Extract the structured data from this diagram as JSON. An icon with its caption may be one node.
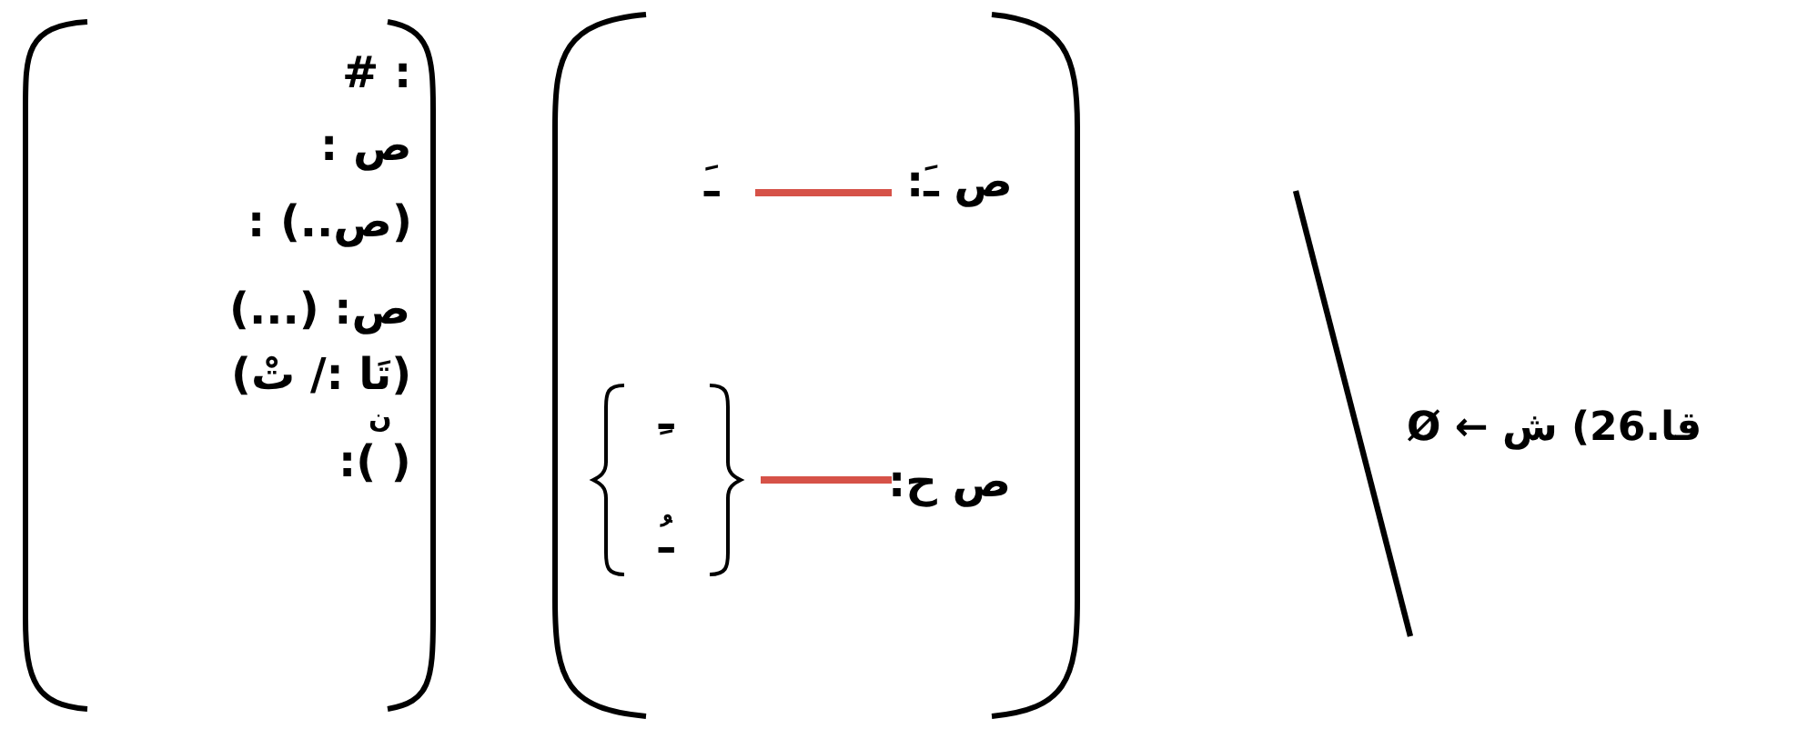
{
  "diagram": {
    "labels": [
      "قا.26) ش ← Ø",
      "ص ـَ:",
      "ـَ",
      "ص ح:",
      "ـِ",
      "ـُ",
      ": #",
      "ص :",
      "(ص..) :",
      "ص: (...)",
      "(تَا :/ تْ)",
      "ن",
      "( ):"
    ]
  }
}
